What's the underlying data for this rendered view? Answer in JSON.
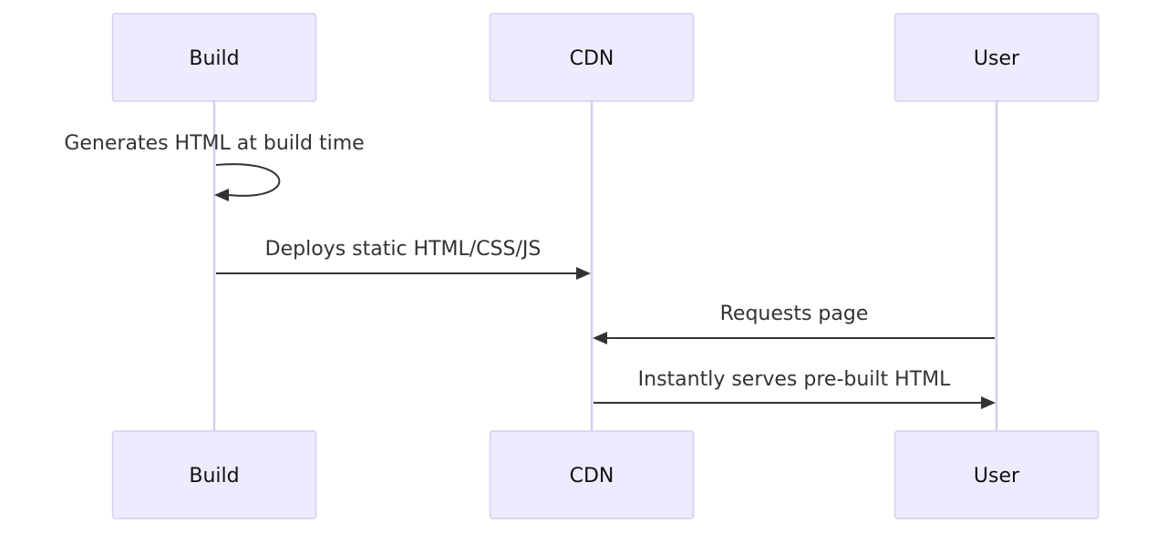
{
  "diagram": {
    "type": "sequence",
    "participants": [
      {
        "id": "build",
        "label": "Build"
      },
      {
        "id": "cdn",
        "label": "CDN"
      },
      {
        "id": "user",
        "label": "User"
      }
    ],
    "messages": [
      {
        "from": "build",
        "to": "build",
        "label": "Generates HTML at build time"
      },
      {
        "from": "build",
        "to": "cdn",
        "label": "Deploys static HTML/CSS/JS"
      },
      {
        "from": "user",
        "to": "cdn",
        "label": "Requests page"
      },
      {
        "from": "cdn",
        "to": "user",
        "label": "Instantly serves pre-built HTML"
      }
    ],
    "colors": {
      "actor_fill": "#ececfe",
      "actor_border": "#d2d0f3",
      "lifeline": "#d4cff0",
      "message": "#333333"
    }
  }
}
